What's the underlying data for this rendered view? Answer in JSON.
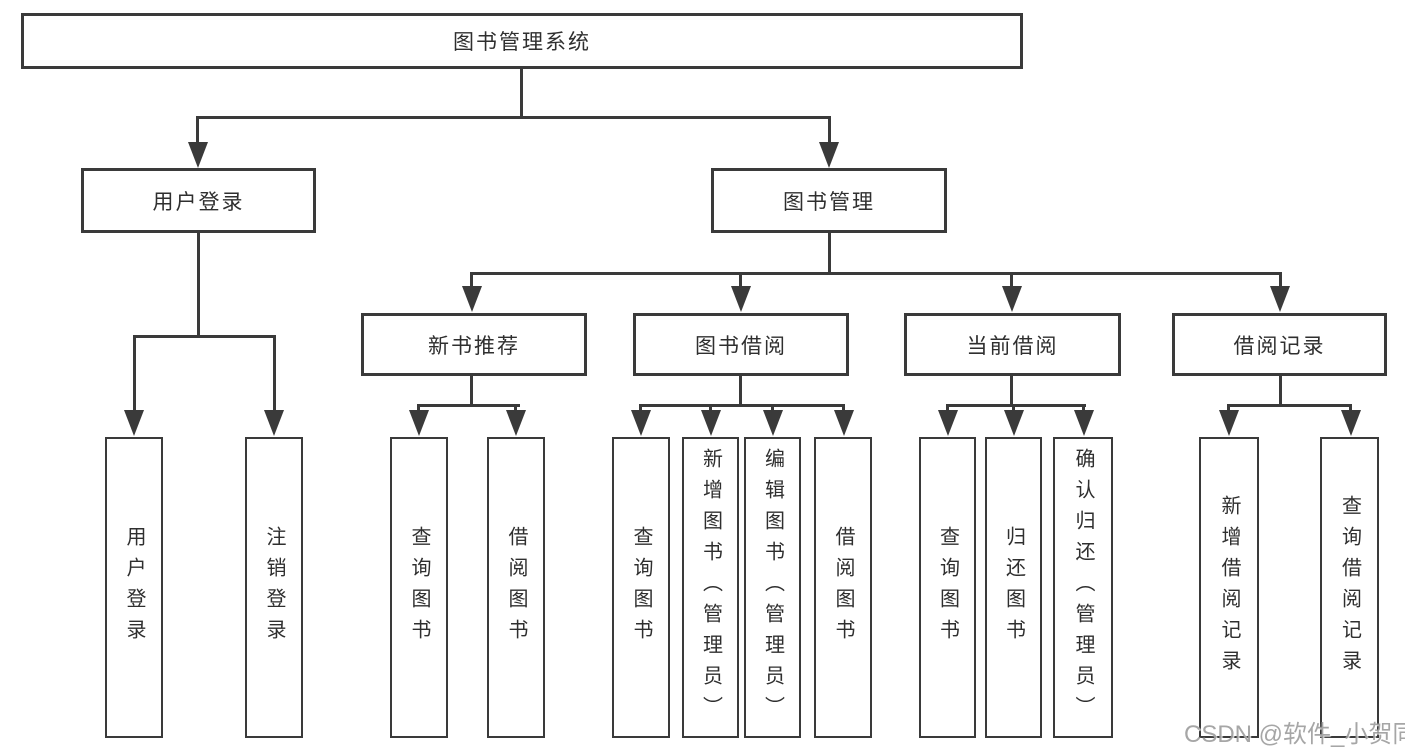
{
  "diagram_type": "function-structure-tree",
  "tree": {
    "root": {
      "label": "图书管理系统",
      "children": [
        {
          "label": "用户登录",
          "children": [
            {
              "label": "用户登录"
            },
            {
              "label": "注销登录"
            }
          ]
        },
        {
          "label": "图书管理",
          "children": [
            {
              "label": "新书推荐",
              "children": [
                {
                  "label": "查询图书"
                },
                {
                  "label": "借阅图书"
                }
              ]
            },
            {
              "label": "图书借阅",
              "children": [
                {
                  "label": "查询图书"
                },
                {
                  "label": "新增图书（管理员）"
                },
                {
                  "label": "编辑图书（管理员）"
                },
                {
                  "label": "借阅图书"
                }
              ]
            },
            {
              "label": "当前借阅",
              "children": [
                {
                  "label": "查询图书"
                },
                {
                  "label": "归还图书"
                },
                {
                  "label": "确认归还（管理员）"
                }
              ]
            },
            {
              "label": "借阅记录",
              "children": [
                {
                  "label": "新增借阅记录"
                },
                {
                  "label": "查询借阅记录"
                }
              ]
            }
          ]
        }
      ]
    }
  },
  "watermark": {
    "text": "CSDN @软件_小贺同学"
  },
  "colors": {
    "line": "#3a3a3a",
    "text": "#2f2f2f",
    "background": "#ffffff",
    "watermark": "#9a9a9a"
  }
}
